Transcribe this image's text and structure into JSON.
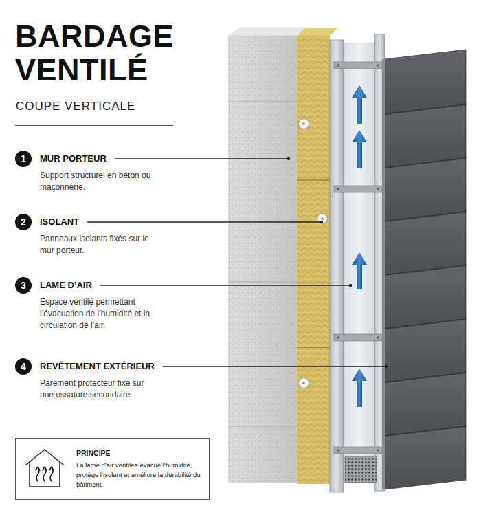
{
  "diagram": {
    "title": "BARDAGE VENTILÉ",
    "nodes": [
      {
        "text": [
          "1",
          "MUR PORTEUR",
          "Support structurel en béton ou maçonnerie."
        ]
      },
      {
        "text": [
          "2",
          "ISOLANT",
          "Panneaux isolants fixés sur le mur porteur."
        ]
      },
      {
        "text": [
          "3",
          "LAME D’AIR",
          "Espace ventilé permettant l’évacuation de l’humidité et la circulation de l’air."
        ]
      },
      {
        "text": [
          "4",
          "REVÊTEMENT EXTÉRIEUR",
          "Parement protecteur fixé sur une ossature secondaire."
        ]
      },
      {
        "text": [
          "PRINCIPE",
          "La lame d’air ventilée évacue l’humidité, protège l’isolant et améliore la durabilité du bâtiment."
        ]
      }
    ],
    "labels": [
      "COUPE VERTICALE"
    ]
  }
}
